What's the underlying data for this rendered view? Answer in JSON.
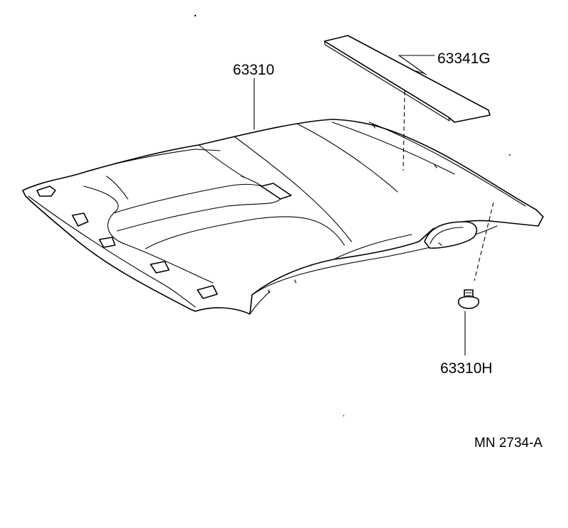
{
  "diagram": {
    "parts": [
      {
        "id": "headliner",
        "label": "63310"
      },
      {
        "id": "sunshade-panel",
        "label": "63341G"
      },
      {
        "id": "clip",
        "label": "63310H"
      }
    ],
    "reference_code": "MN 2734-A"
  }
}
